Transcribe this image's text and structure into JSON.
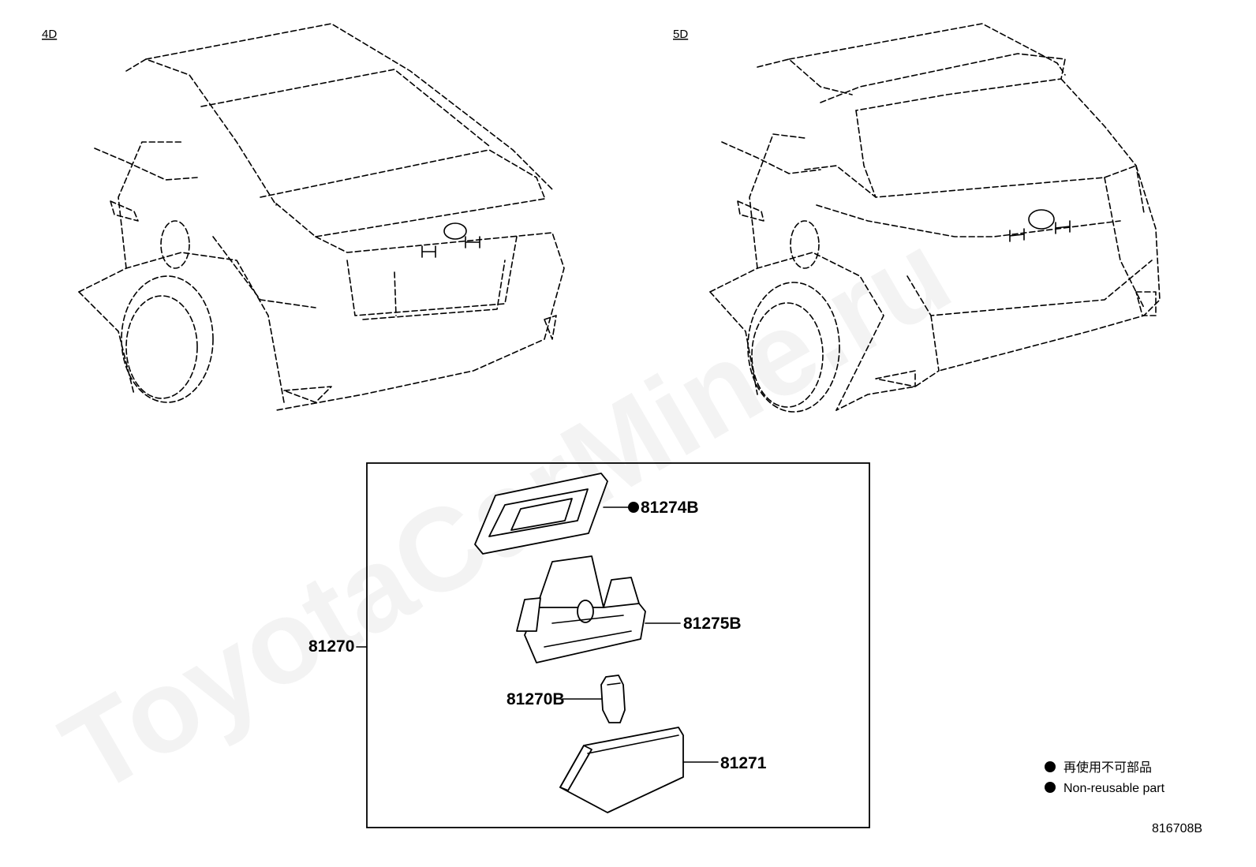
{
  "variants": [
    "4D",
    "5D"
  ],
  "callouts": {
    "assembly": "81270",
    "gasket": "81274B",
    "socket": "81275B",
    "bulb": "81270B",
    "lens": "81271"
  },
  "legend": [
    {
      "text": "再使用不可部品"
    },
    {
      "text": "Non-reusable part"
    }
  ],
  "reference_code": "816708B",
  "watermark": "ToyotaCarMine.ru",
  "colors": {
    "line": "#000000",
    "background": "#ffffff"
  }
}
